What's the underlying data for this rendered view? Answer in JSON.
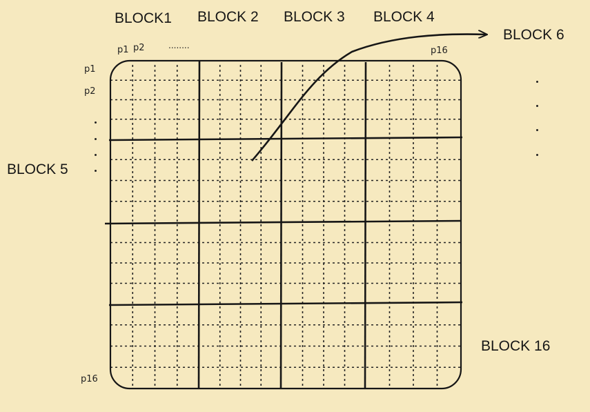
{
  "header_labels": {
    "block1": "BLOCK1",
    "block2": "BLOCK 2",
    "block3": "BLOCK 3",
    "block4": "BLOCK 4"
  },
  "side_labels": {
    "block5": "BLOCK 5",
    "block6": "BLOCK 6",
    "block16": "BLOCK 16"
  },
  "pixel_labels": {
    "col_first": "p1",
    "col_second": "p2",
    "col_ellipsis": "........",
    "col_last": "p16",
    "row_first": "p1",
    "row_second": "p2",
    "row_last": "p16"
  },
  "grid": {
    "block_rows": 4,
    "block_cols": 4,
    "pixels_per_block": 4
  },
  "colors": {
    "background": "#f6e9bf",
    "ink": "#161616"
  }
}
